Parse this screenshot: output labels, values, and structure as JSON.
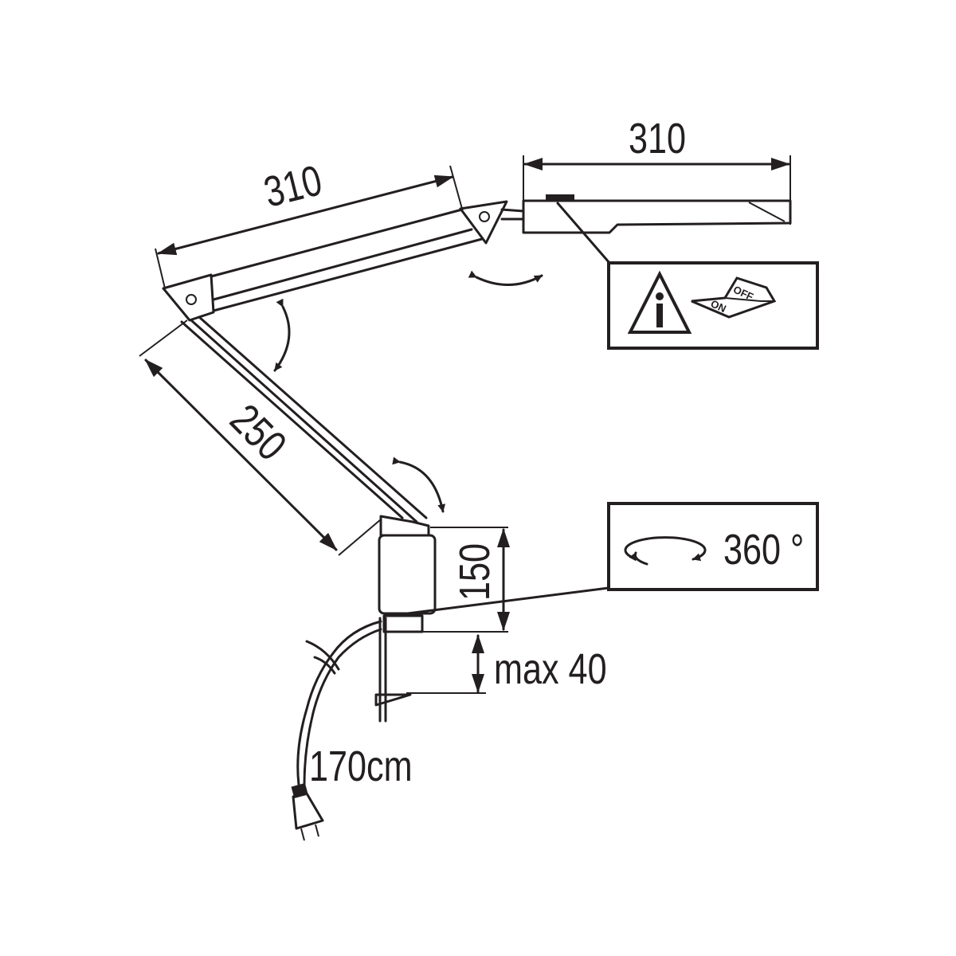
{
  "dimensions": {
    "head_length": "310",
    "upper_arm_length": "310",
    "lower_arm_length": "250",
    "base_height": "150",
    "clamp_max": "max 40",
    "cable_length": "170cm"
  },
  "rotation_box": {
    "label": "360 °"
  },
  "info_box": {
    "switch_off": "OFF",
    "switch_on": "ON",
    "icon": "info-warning-icon"
  },
  "colors": {
    "ink": "#231f20",
    "background": "#ffffff"
  }
}
